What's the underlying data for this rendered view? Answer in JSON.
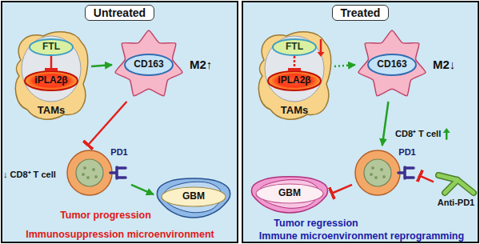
{
  "diagram": {
    "nodes": [
      {
        "text": [
          "Untreated"
        ]
      },
      {
        "text": [
          "TAMs"
        ],
        "in": 0
      },
      {
        "text": [
          "FTL"
        ],
        "in": 1
      },
      {
        "text": [
          "iPLA2β"
        ],
        "in": 1
      },
      {
        "text": [
          "CD163"
        ],
        "in": 0
      },
      {
        "text": [
          "PD1"
        ],
        "in": 0
      },
      {
        "text": [
          "GBM"
        ],
        "in": 0
      },
      {
        "text": [
          "Treated"
        ]
      },
      {
        "text": [
          "TAMs"
        ],
        "in": 7
      },
      {
        "text": [
          "FTL"
        ],
        "in": 8
      },
      {
        "text": [
          "iPLA2β"
        ],
        "in": 8
      },
      {
        "text": [
          "CD163"
        ],
        "in": 7
      },
      {
        "text": [
          "PD1"
        ],
        "in": 7
      },
      {
        "text": [
          "GBM"
        ],
        "in": 7
      },
      {
        "text": [
          "Anti-PD1"
        ],
        "in": 7
      }
    ],
    "edges": [
      {
        "from": 2,
        "to": 3,
        "arrow": "to"
      },
      {
        "from": 1,
        "to": 4,
        "arrow": "to"
      },
      {
        "from": 4,
        "to": 5,
        "arrow": "to"
      },
      {
        "from": 5,
        "to": 6,
        "arrow": "to"
      },
      {
        "from": 9,
        "to": 10,
        "arrow": "to"
      },
      {
        "from": 8,
        "to": 11,
        "arrow": "to"
      },
      {
        "from": 11,
        "to": 12,
        "arrow": "to"
      },
      {
        "from": 12,
        "to": 13,
        "arrow": "to"
      },
      {
        "from": 14,
        "to": 12,
        "arrow": "to"
      }
    ],
    "labels": [
      "M2↑",
      "↓ CD8⁺ T cell",
      "Tumor progression",
      "Immunosuppression microenvironment",
      "M2↓",
      "CD8⁺ T cell",
      "Tumor regression",
      "Immune microenvironment reprogramming"
    ]
  }
}
